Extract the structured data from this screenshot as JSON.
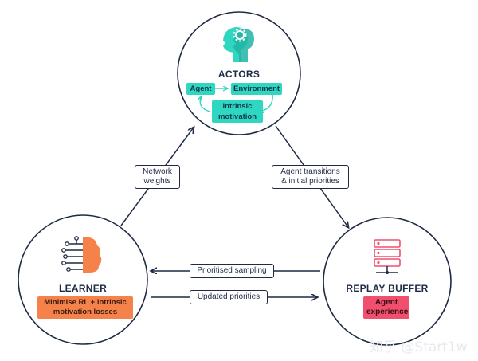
{
  "nodes": {
    "actors": {
      "title": "ACTORS",
      "agent": "Agent",
      "environment": "Environment",
      "intrinsic_motivation": "Intrinsic\nmotivation",
      "icon": "head-gear-icon",
      "color": "#2fd6c0"
    },
    "learner": {
      "title": "LEARNER",
      "loss": "Minimise RL + intrinsic\nmotivation losses",
      "icon": "brain-circuit-icon",
      "color": "#f5824a"
    },
    "replay_buffer": {
      "title": "REPLAY BUFFER",
      "experience": "Agent\nexperience",
      "icon": "server-stack-icon",
      "color": "#f0506e"
    }
  },
  "edges": {
    "network_weights": "Network\nweights",
    "agent_transitions": "Agent transitions\n& initial priorities",
    "prioritised_sampling": "Prioritised sampling",
    "updated_priorities": "Updated priorities"
  },
  "watermark": "知乎 @Start1w"
}
